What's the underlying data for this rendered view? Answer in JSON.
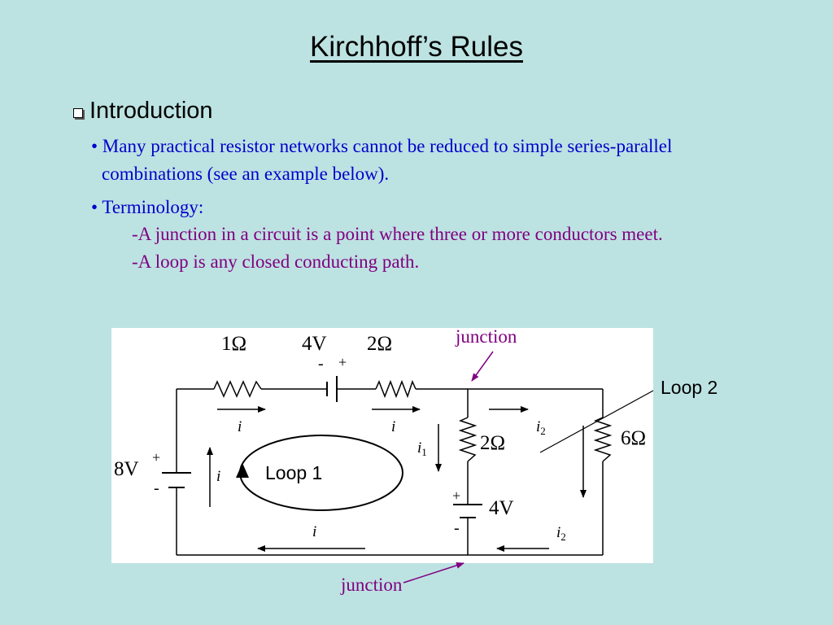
{
  "title": "Kirchhoff’s Rules",
  "intro": {
    "heading": "Introduction"
  },
  "bullets": [
    {
      "line1": "• Many practical resistor networks cannot be reduced to simple series-parallel",
      "line2": "combinations (see an example below)."
    },
    {
      "text": "• Terminology:"
    }
  ],
  "terminology": [
    "-A junction in a circuit is a point where three or more conductors meet.",
    "-A loop is any closed conducting path."
  ],
  "annotations": {
    "junction_top": "junction",
    "junction_bottom": "junction",
    "loop2": "Loop 2"
  },
  "circuit": {
    "r1": "1Ω",
    "v_top": "4V",
    "v_top_minus": "-",
    "v_top_plus": "+",
    "r2": "2Ω",
    "r_mid": "2Ω",
    "r_right": "6Ω",
    "v_left": "8V",
    "v_left_plus": "+",
    "v_left_minus": "-",
    "v_mid": "4V",
    "v_mid_plus": "+",
    "v_mid_minus": "-",
    "loop1": "Loop 1",
    "current_i": "i",
    "current_i1": "i",
    "sub1": "1",
    "current_i2": "i",
    "sub2": "2"
  },
  "colors": {
    "background": "#bde2e2",
    "bullet_text": "#0000cc",
    "sub_text": "#800080",
    "junction": "#800080"
  }
}
